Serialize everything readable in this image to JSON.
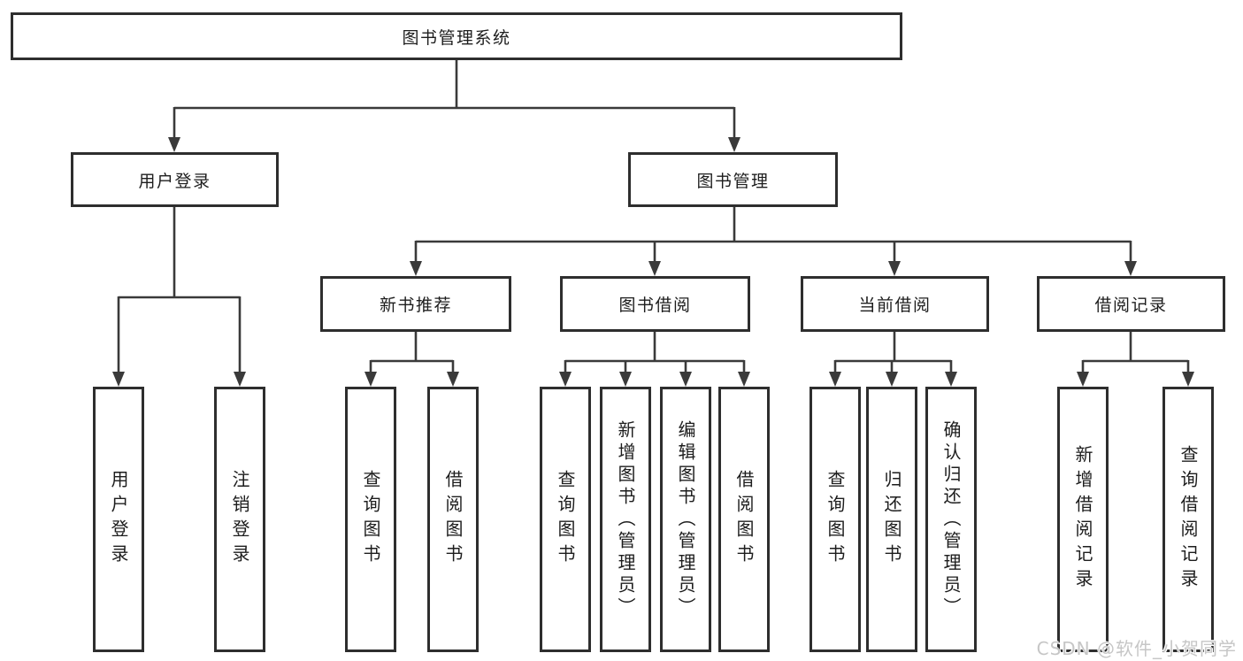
{
  "diagram_type": "hierarchy",
  "tree": {
    "label": "图书管理系统",
    "children": [
      {
        "label": "用户登录",
        "children": [
          {
            "label": "用户登录"
          },
          {
            "label": "注销登录"
          }
        ]
      },
      {
        "label": "图书管理",
        "children": [
          {
            "label": "新书推荐",
            "children": [
              {
                "label": "查询图书"
              },
              {
                "label": "借阅图书"
              }
            ]
          },
          {
            "label": "图书借阅",
            "children": [
              {
                "label": "查询图书"
              },
              {
                "label": "新增图书（管理员）"
              },
              {
                "label": "编辑图书（管理员）"
              },
              {
                "label": "借阅图书"
              }
            ]
          },
          {
            "label": "当前借阅",
            "children": [
              {
                "label": "查询图书"
              },
              {
                "label": "归还图书"
              },
              {
                "label": "确认归还（管理员）"
              }
            ]
          },
          {
            "label": "借阅记录",
            "children": [
              {
                "label": "新增借阅记录"
              },
              {
                "label": "查询借阅记录"
              }
            ]
          }
        ]
      }
    ]
  },
  "watermark": "CSDN @软件_小贺同学",
  "colors": {
    "background": "#ffffff",
    "box_border": "#2e2e2e",
    "connector": "#3a3a3a",
    "text": "#1d1d1d",
    "watermark": "#c6c6c6"
  }
}
